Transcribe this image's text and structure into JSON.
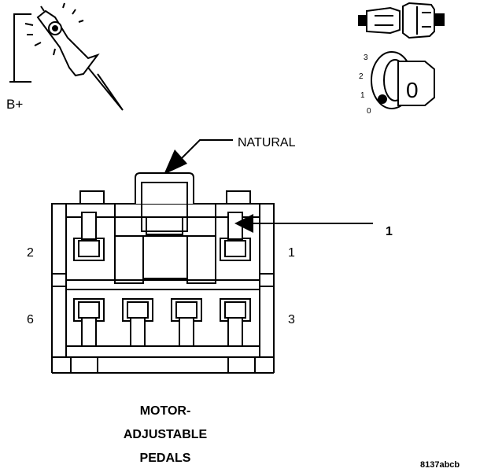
{
  "probe": {
    "label": "B+"
  },
  "ignition": {
    "positions": [
      "3",
      "2",
      "1",
      "0"
    ],
    "key_text": "0"
  },
  "connector": {
    "color_callout": "NATURAL",
    "callout_number": "1",
    "pin_labels": {
      "top_left": "2",
      "top_right": "1",
      "bottom_left": "6",
      "bottom_right": "3"
    }
  },
  "caption": [
    "MOTOR-",
    "ADJUSTABLE",
    "PEDALS"
  ],
  "figure_id": "8137abcb",
  "colors": {
    "ink": "#000000",
    "paper": "#ffffff"
  }
}
